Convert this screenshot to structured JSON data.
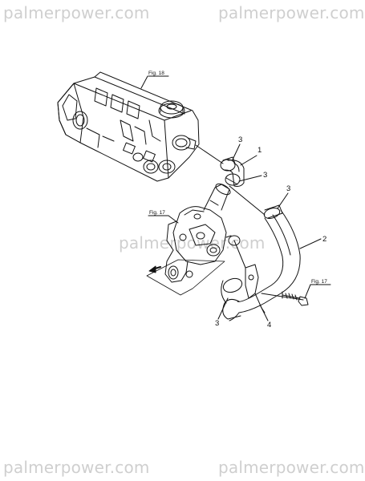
{
  "watermark": {
    "text": "palmerpower.com"
  },
  "figure_refs": {
    "top": "Fig. 18",
    "pump": "Fig. 17",
    "bolt": "Fig. 17"
  },
  "callouts": {
    "clamp_top": "3",
    "elbow": "1",
    "clamp_elbow_lower": "3",
    "clamp_hose_top": "3",
    "hose": "2",
    "clamp_bottom": "3",
    "bracket": "4"
  }
}
